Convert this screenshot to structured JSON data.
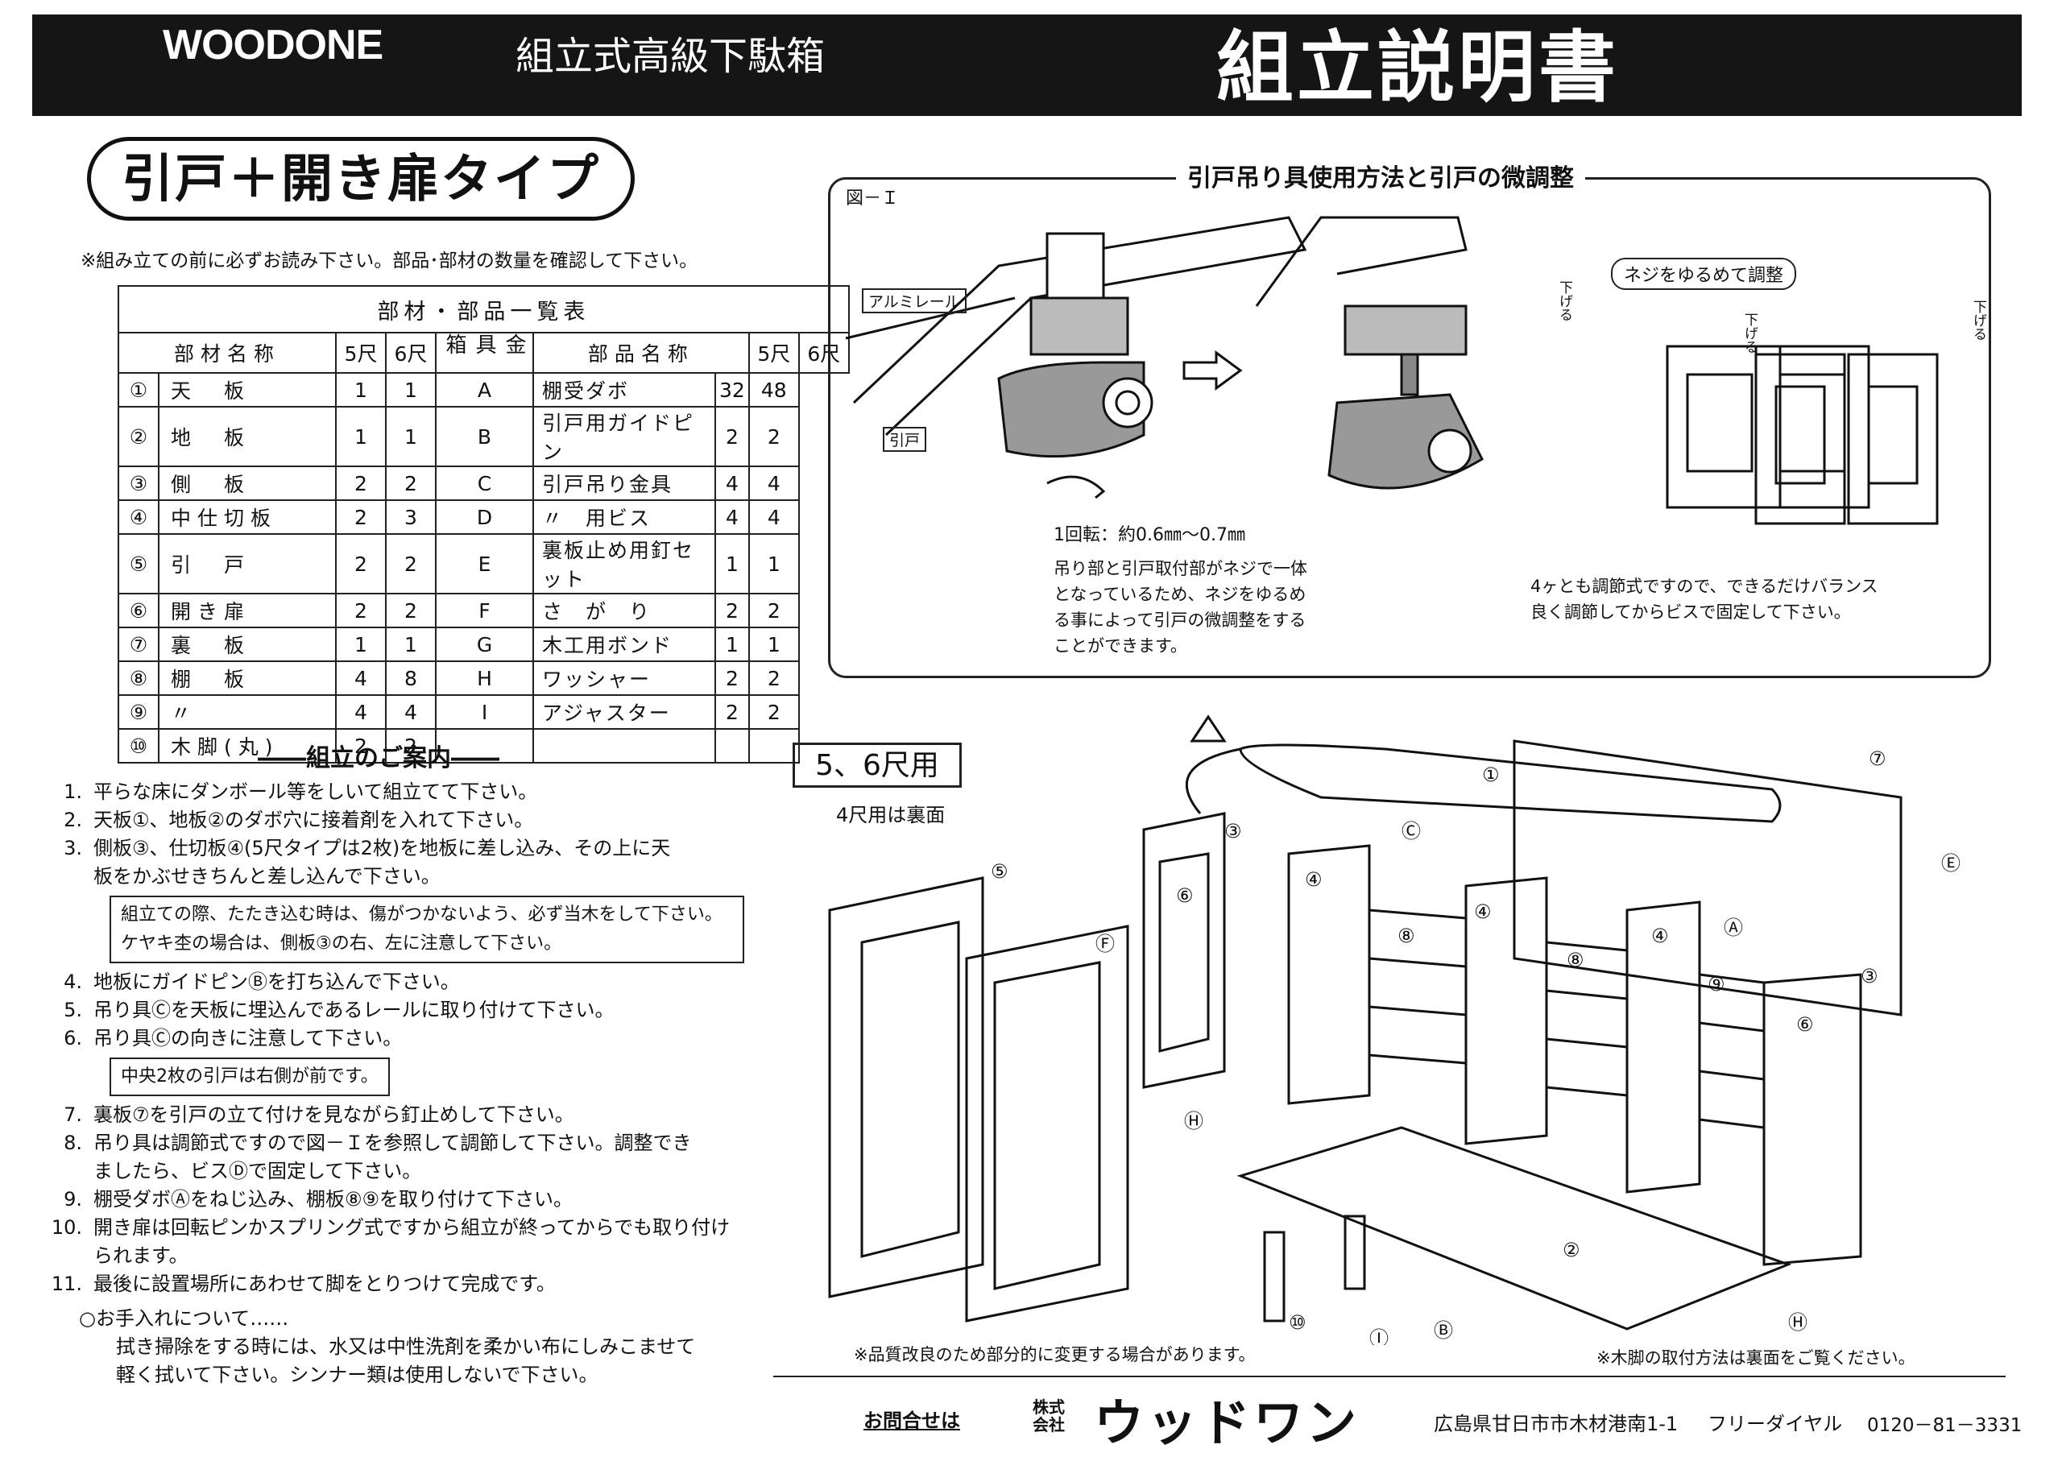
{
  "header": {
    "logo": "WOODONE",
    "subtitle": "組立式高級下駄箱",
    "title": "組立説明書"
  },
  "type_label": "引戸＋開き扉タイプ",
  "intro_note": "※組み立ての前に必ずお読み下さい。部品･部材の数量を確認して下さい。",
  "parts_table": {
    "title": "部材・部品一覧表",
    "headers_left": [
      "部材名称",
      "5尺",
      "6尺"
    ],
    "headers_right": [
      "部品名称",
      "5尺",
      "6尺"
    ],
    "box_label": "金具箱",
    "materials": [
      {
        "no": "①",
        "name": "天　板",
        "q5": "1",
        "q6": "1"
      },
      {
        "no": "②",
        "name": "地　板",
        "q5": "1",
        "q6": "1"
      },
      {
        "no": "③",
        "name": "側　板",
        "q5": "2",
        "q6": "2"
      },
      {
        "no": "④",
        "name": "中仕切板",
        "q5": "2",
        "q6": "3"
      },
      {
        "no": "⑤",
        "name": "引　戸",
        "q5": "2",
        "q6": "2"
      },
      {
        "no": "⑥",
        "name": "開き扉",
        "q5": "2",
        "q6": "2"
      },
      {
        "no": "⑦",
        "name": "裏　板",
        "q5": "1",
        "q6": "1"
      },
      {
        "no": "⑧",
        "name": "棚　板",
        "q5": "4",
        "q6": "8"
      },
      {
        "no": "⑨",
        "name": "〃",
        "q5": "4",
        "q6": "4"
      },
      {
        "no": "⑩",
        "name": "木脚(丸)",
        "q5": "2",
        "q6": "2"
      }
    ],
    "hardware": [
      {
        "code": "A",
        "name": "棚受ダボ",
        "q5": "32",
        "q6": "48"
      },
      {
        "code": "B",
        "name": "引戸用ガイドピン",
        "q5": "2",
        "q6": "2"
      },
      {
        "code": "C",
        "name": "引戸吊り金具",
        "q5": "4",
        "q6": "4"
      },
      {
        "code": "D",
        "name": "〃　用ビス",
        "q5": "4",
        "q6": "4"
      },
      {
        "code": "E",
        "name": "裏板止め用釘セット",
        "q5": "1",
        "q6": "1"
      },
      {
        "code": "F",
        "name": "さ　が　り",
        "q5": "2",
        "q6": "2"
      },
      {
        "code": "G",
        "name": "木工用ボンド",
        "q5": "1",
        "q6": "1"
      },
      {
        "code": "H",
        "name": "ワッシャー",
        "q5": "2",
        "q6": "2"
      },
      {
        "code": "I",
        "name": "アジャスター",
        "q5": "2",
        "q6": "2"
      },
      {
        "code": "",
        "name": "",
        "q5": "",
        "q6": ""
      }
    ]
  },
  "guide": {
    "title": "――組立のご案内――",
    "steps": [
      {
        "n": "1.",
        "t": "平らな床にダンボール等をしいて組立てて下さい。"
      },
      {
        "n": "2.",
        "t": "天板①、地板②のダボ穴に接着剤を入れて下さい。"
      },
      {
        "n": "3.",
        "t": "側板③、仕切板④(5尺タイプは2枚)を地板に差し込み、その上に天"
      },
      {
        "n": "",
        "t": "板をかぶせきちんと差し込んで下さい。"
      }
    ],
    "box1": [
      "組立ての際、たたき込む時は、傷がつかないよう、必ず当木をして下さい。",
      "ケヤキ杢の場合は、側板③の右、左に注意して下さい。"
    ],
    "steps2": [
      {
        "n": "4.",
        "t": "地板にガイドピンⒷを打ち込んで下さい。"
      },
      {
        "n": "5.",
        "t": "吊り具Ⓒを天板に埋込んであるレールに取り付けて下さい。"
      },
      {
        "n": "6.",
        "t": "吊り具Ⓒの向きに注意して下さい。"
      }
    ],
    "box2": "中央2枚の引戸は右側が前です。",
    "steps3": [
      {
        "n": "7.",
        "t": "裏板⑦を引戸の立て付けを見ながら釘止めして下さい。"
      },
      {
        "n": "8.",
        "t": "吊り具は調節式ですので図－Ｉを参照して調節して下さい。調整でき"
      },
      {
        "n": "",
        "t": "ましたら、ビスⒹで固定して下さい。"
      },
      {
        "n": "9.",
        "t": "棚受ダボⒶをねじ込み、棚板⑧⑨を取り付けて下さい。"
      },
      {
        "n": "10.",
        "t": "開き扉は回転ピンかスプリング式ですから組立が終ってからでも取り付けられます。"
      },
      {
        "n": "11.",
        "t": "最後に設置場所にあわせて脚をとりつけて完成です。"
      }
    ],
    "care_title": "○お手入れについて……",
    "care_lines": [
      "拭き掃除をする時には、水又は中性洗剤を柔かい布にしみこませて",
      "軽く拭いて下さい。シンナー類は使用しないで下さい。"
    ]
  },
  "figure1": {
    "title": "引戸吊り具使用方法と引戸の微調整",
    "label": "図－Ｉ",
    "rail_label": "アルミレール",
    "door_label": "引戸",
    "rotation": "1回転：約0.6㎜～0.7㎜",
    "desc": [
      "吊り部と引戸取付部がネジで一体",
      "となっているため、ネジをゆるめ",
      "る事によって引戸の微調整をする",
      "ことができます。"
    ],
    "loosen": "ネジをゆるめて調整",
    "down": "下げる",
    "adjust": [
      "4ヶとも調節式ですので、できるだけバランス",
      "良く調節してからビスで固定して下さい。"
    ]
  },
  "assembly": {
    "size_label": "5、6尺用",
    "sub_label": "4尺用は裏面",
    "note1": "※品質改良のため部分的に変更する場合があります。",
    "note2": "※木脚の取付方法は裏面をご覧ください。",
    "labels": [
      "①",
      "②",
      "③",
      "③",
      "④",
      "④",
      "④",
      "⑤",
      "⑥",
      "⑥",
      "⑦",
      "⑧",
      "⑧",
      "⑨",
      "⑩",
      "Ⓐ",
      "Ⓑ",
      "Ⓒ",
      "Ⓔ",
      "Ⓕ",
      "Ⓗ",
      "Ⓗ",
      "Ⓘ"
    ]
  },
  "footer": {
    "inquiry": "お問合せは",
    "company_prefix": "株式会社",
    "company": "ウッドワン",
    "address": "広島県甘日市市木材港南1-1",
    "freedial": "フリーダイヤル",
    "phone": "0120－81－3331"
  }
}
